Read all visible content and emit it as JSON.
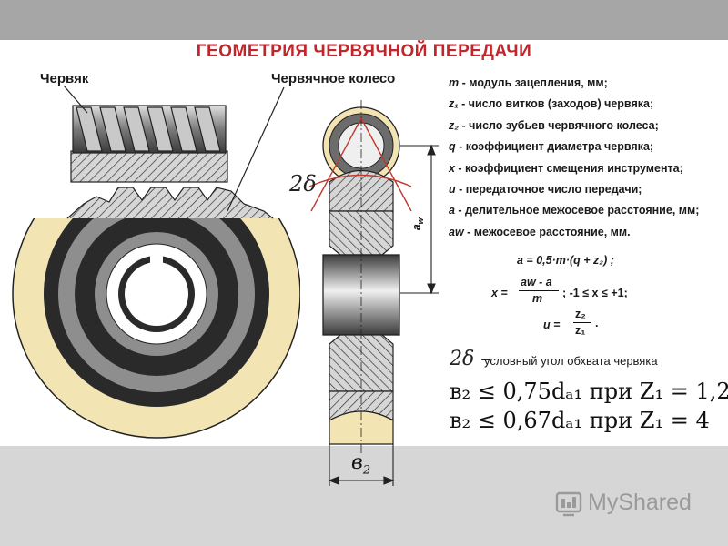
{
  "title": "ГЕОМЕТРИЯ ЧЕРВЯЧНОЙ ПЕРЕДАЧИ",
  "labels": {
    "worm": "Червяк",
    "worm_wheel": "Червячное колесо",
    "delta_left": "2δ",
    "aw": "a",
    "aw_sub": "w",
    "width_b2": "в",
    "width_b2_sub": "2"
  },
  "legend": [
    {
      "sym": "m",
      "text": " - модуль зацепления, мм;"
    },
    {
      "sym": "z₁",
      "text": " -  число витков (заходов) червяка;"
    },
    {
      "sym": "z₂",
      "text": " - число зубьев червячного колеса;"
    },
    {
      "sym": "q",
      "text": " - коэффициент диаметра червяка;"
    },
    {
      "sym": "x",
      "text": " - коэффициент смещения инструмента;"
    },
    {
      "sym": "u",
      "text": " - передаточное число передачи;"
    },
    {
      "sym": "a",
      "text": " - делительное межосевое расстояние, мм;"
    },
    {
      "sym": "aw",
      "text": " - межосевое расстояние, мм."
    }
  ],
  "formulas": {
    "a": "a = 0,5·m·(q + z₂) ;",
    "x_left": "x =",
    "x_num": "aw - a",
    "x_den": "m",
    "x_range": ";   -1 ≤  x ≤  +1;",
    "u_left": "u =",
    "u_num": "z₂",
    "u_den": "z₁"
  },
  "angle_note": {
    "symbol": "2δ –",
    "text": "условный угол обхвата червяка"
  },
  "constraints": [
    "в₂ ≤ 0,75dₐ₁ при Z₁ = 1,2",
    "в₂ ≤ 0,67dₐ₁ при Z₁ = 4"
  ],
  "watermark": "MyShared",
  "colors": {
    "title": "#c0272d",
    "ring_cream": "#f3e4b4",
    "steel_dark": "#2a2a2a",
    "steel_mid": "#8a8a8a",
    "hatch_bg": "#d8d8d8",
    "angle_lines": "#c0392b",
    "top_bar": "#a6a6a6",
    "bottom_bar": "#d6d6d6"
  }
}
